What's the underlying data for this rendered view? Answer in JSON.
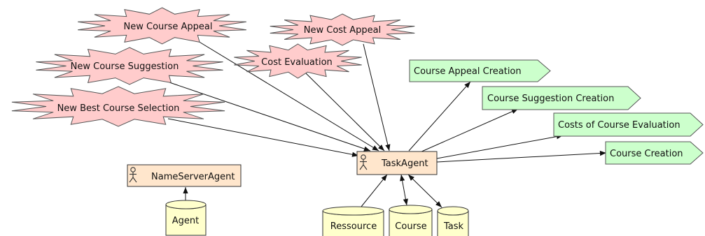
{
  "colors": {
    "event_fill": "#ffcccc",
    "event_stroke": "#555555",
    "output_fill": "#ccffcc",
    "output_stroke": "#555555",
    "agent_fill": "#ffe6cc",
    "agent_stroke": "#333333",
    "store_fill": "#ffffcc",
    "store_stroke": "#333333",
    "edge": "#111111"
  },
  "events": {
    "new_course_appeal": "New Course Appeal",
    "new_cost_appeal": "New Cost Appeal",
    "new_course_suggestion": "New Course Suggestion",
    "cost_evaluation": "Cost Evaluation",
    "new_best_course_selection": "New Best Course Selection"
  },
  "outputs": {
    "course_appeal_creation": "Course Appeal Creation",
    "course_suggestion_creation": "Course Suggestion Creation",
    "costs_of_course_evaluation": "Costs of Course Evaluation",
    "course_creation": "Course Creation"
  },
  "agents": {
    "task_agent": "TaskAgent",
    "name_server_agent": "NameServerAgent"
  },
  "stores": {
    "ressource": "Ressource",
    "course": "Course",
    "task": "Task",
    "agent": "Agent"
  },
  "icons": {
    "agent": "actor-stick-figure-icon",
    "store": "database-cylinder-icon"
  }
}
